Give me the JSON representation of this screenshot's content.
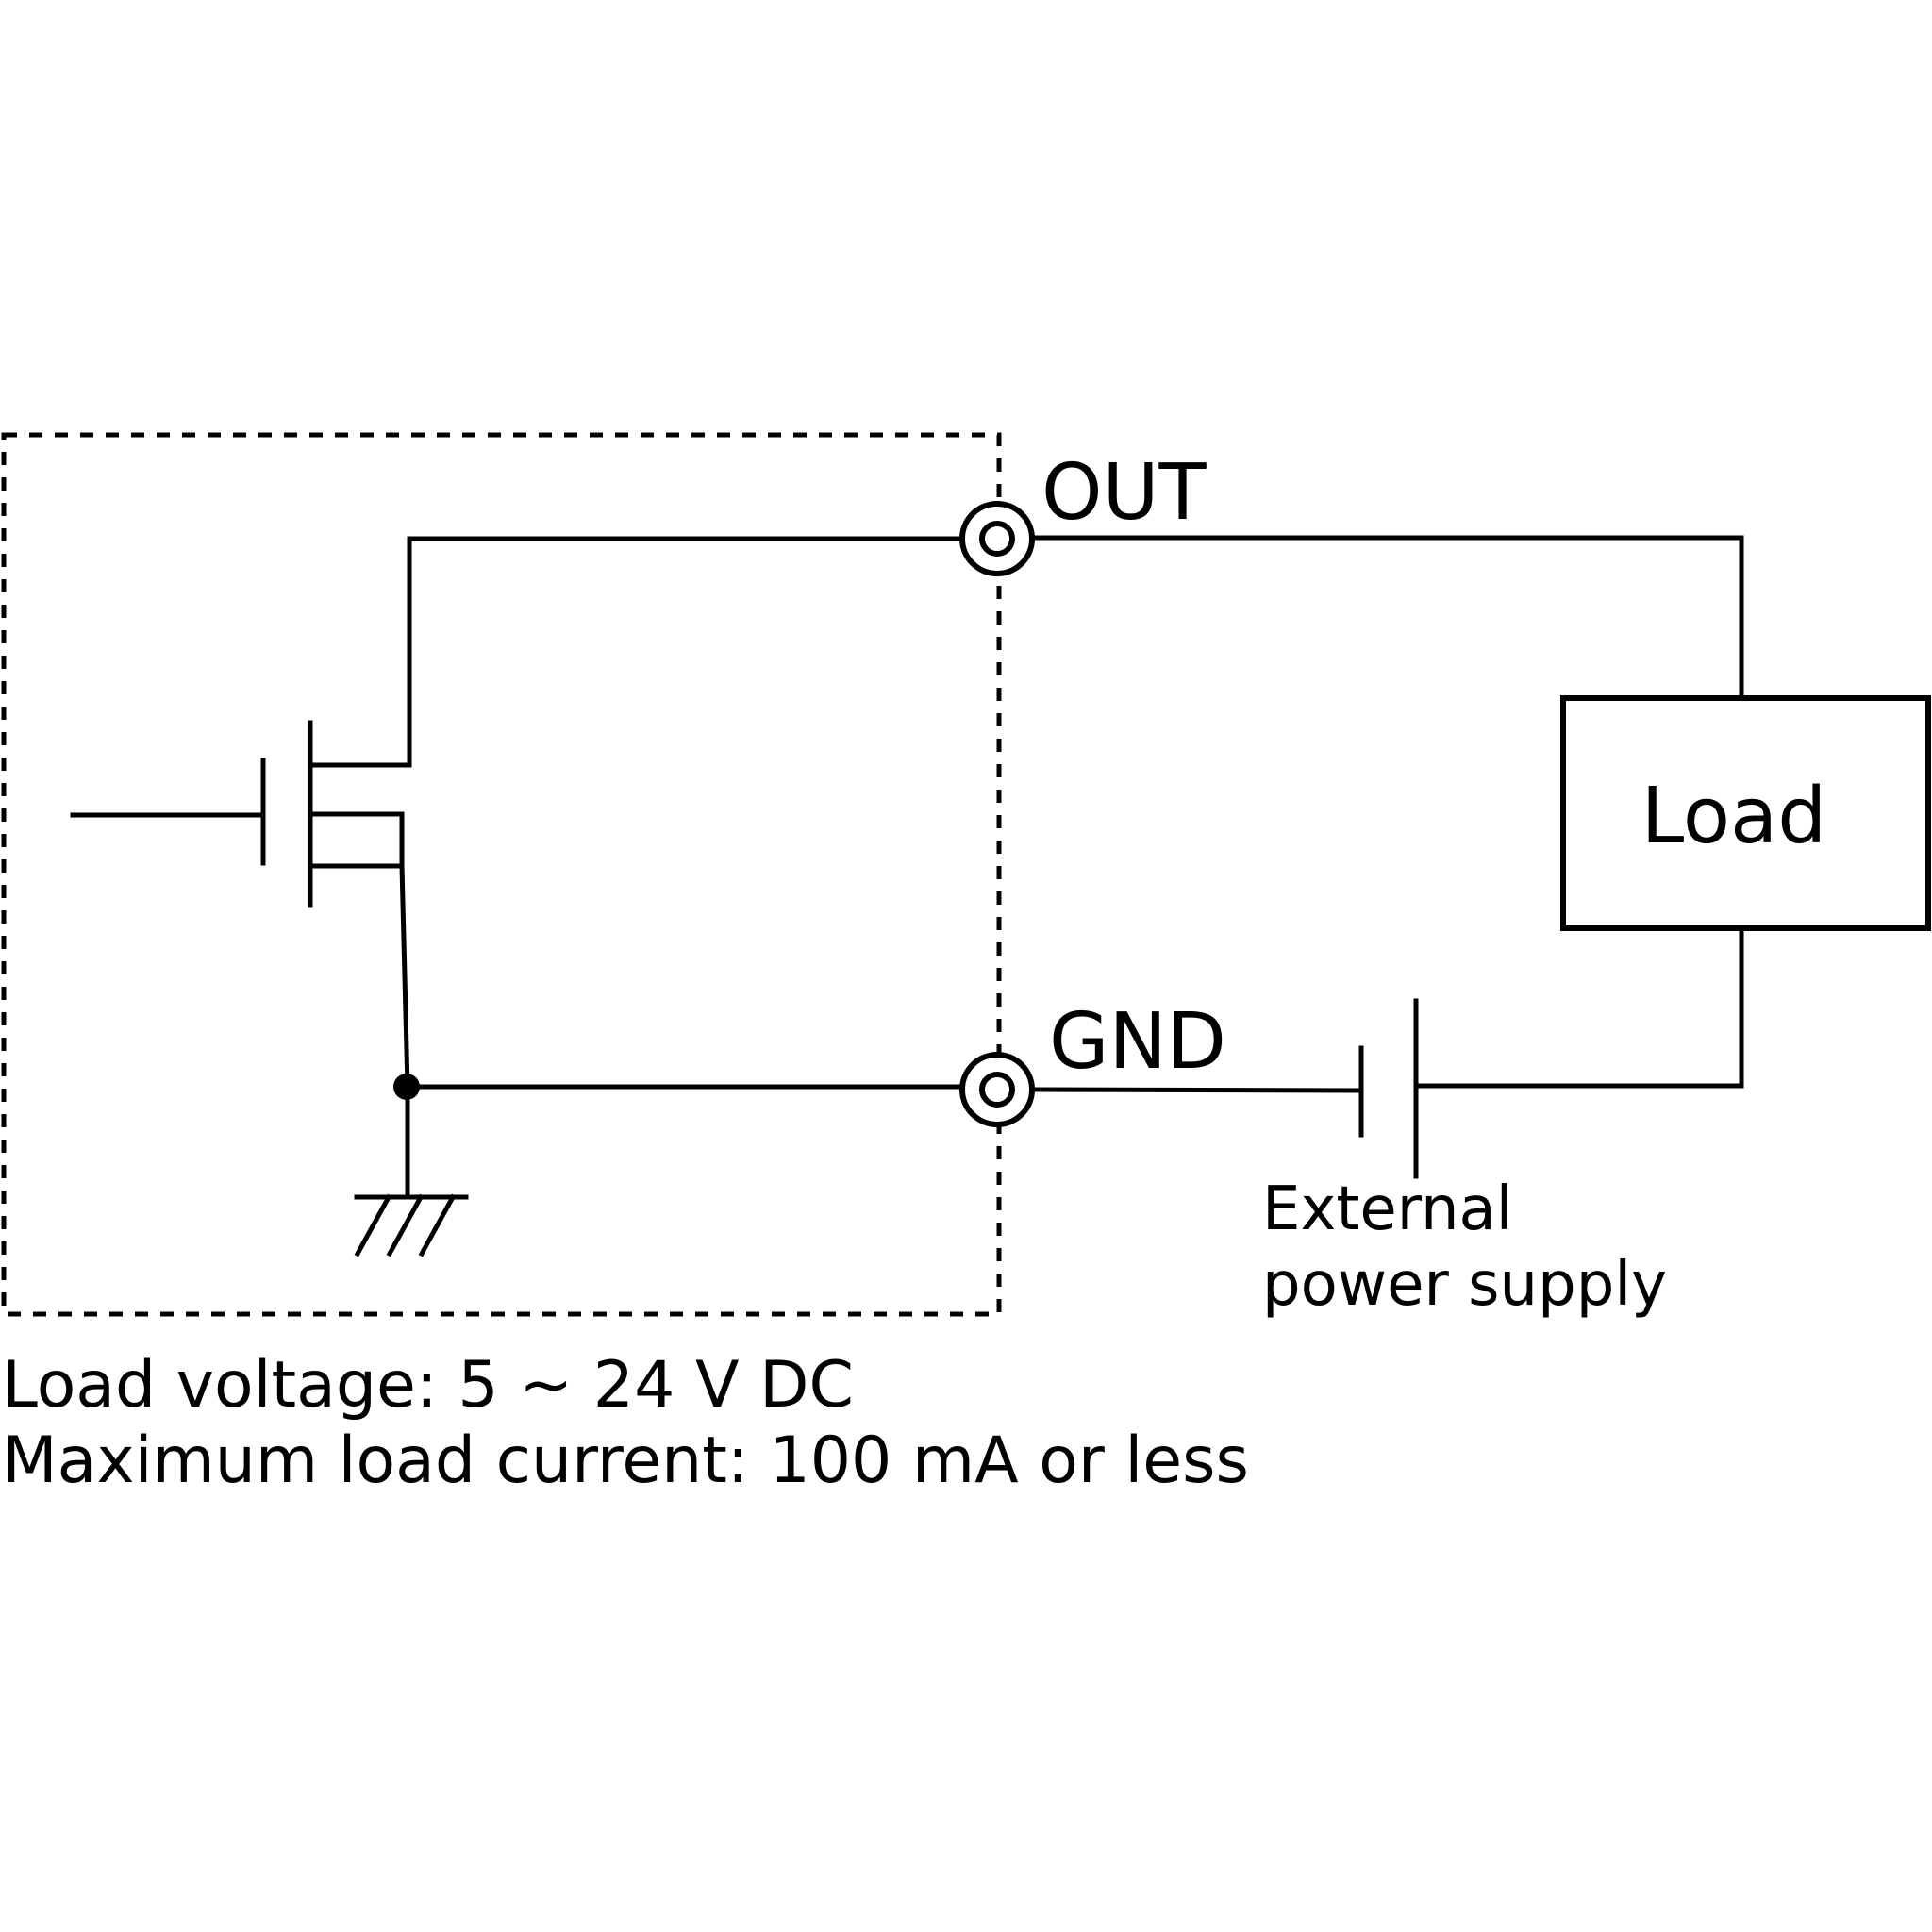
{
  "labels": {
    "out_terminal": "OUT",
    "gnd_terminal": "GND",
    "load": "Load",
    "power_supply_line1": "External",
    "power_supply_line2": "power supply"
  },
  "specs": {
    "load_voltage": "Load voltage: 5 ~ 24 V DC",
    "max_load_current": "Maximum load current: 100 mA or less"
  },
  "colors": {
    "line": "#000000",
    "background": "#ffffff"
  }
}
